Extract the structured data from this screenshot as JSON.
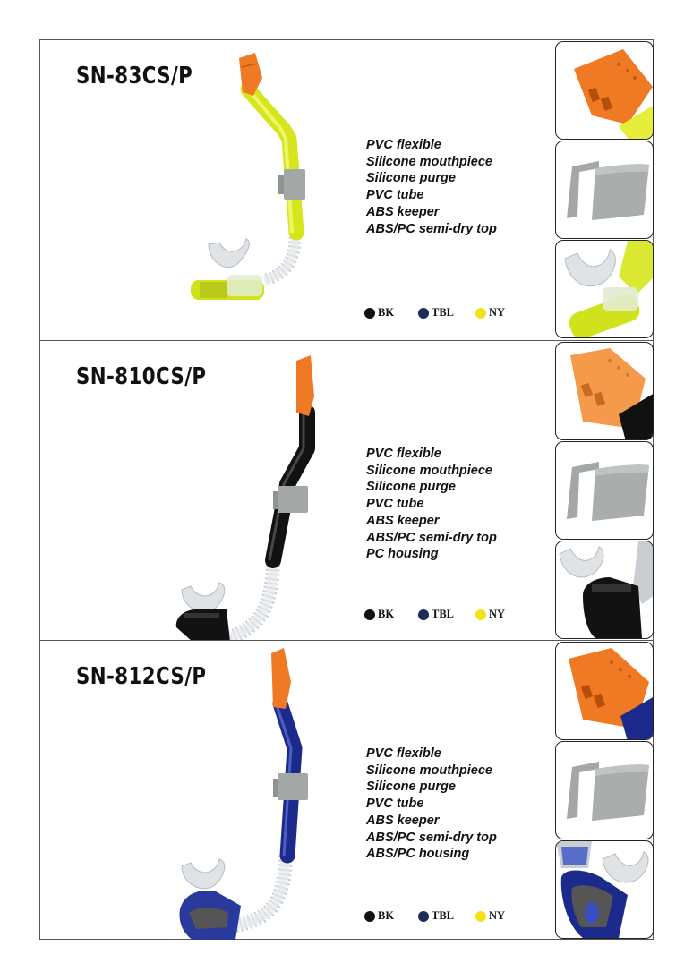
{
  "colors": {
    "border": "#555555",
    "orange": "#f07a24",
    "grey_keeper": "#a3a7a6",
    "swatch_bk": "#111111",
    "swatch_tbl": "#1c2b5a",
    "swatch_ny": "#f2e21a"
  },
  "products": [
    {
      "model": "SN-83CS/P",
      "tube_color": "#d7e61c",
      "features": [
        "PVC flexible",
        "Silicone mouthpiece",
        "Silicone purge",
        "PVC tube",
        "ABS keeper",
        "ABS/PC semi-dry top"
      ],
      "color_codes": [
        "BK",
        "TBL",
        "NY"
      ],
      "detail_icons": [
        "semi-dry-top-icon",
        "keeper-clip-icon",
        "mouthpiece-purge-icon"
      ]
    },
    {
      "model": "SN-810CS/P",
      "tube_color": "#121212",
      "features": [
        "PVC flexible",
        "Silicone mouthpiece",
        "Silicone purge",
        "PVC tube",
        "ABS keeper",
        "ABS/PC semi-dry top",
        "PC housing"
      ],
      "color_codes": [
        "BK",
        "TBL",
        "NY"
      ],
      "detail_icons": [
        "semi-dry-top-icon",
        "keeper-clip-icon",
        "mouthpiece-housing-icon"
      ]
    },
    {
      "model": "SN-812CS/P",
      "tube_color": "#1c2a8c",
      "features": [
        "PVC flexible",
        "Silicone mouthpiece",
        "Silicone purge",
        "PVC tube",
        "ABS keeper",
        "ABS/PC semi-dry top",
        "ABS/PC housing"
      ],
      "color_codes": [
        "BK",
        "TBL",
        "NY"
      ],
      "detail_icons": [
        "semi-dry-top-icon",
        "keeper-clip-icon",
        "mouthpiece-housing-icon"
      ]
    }
  ]
}
